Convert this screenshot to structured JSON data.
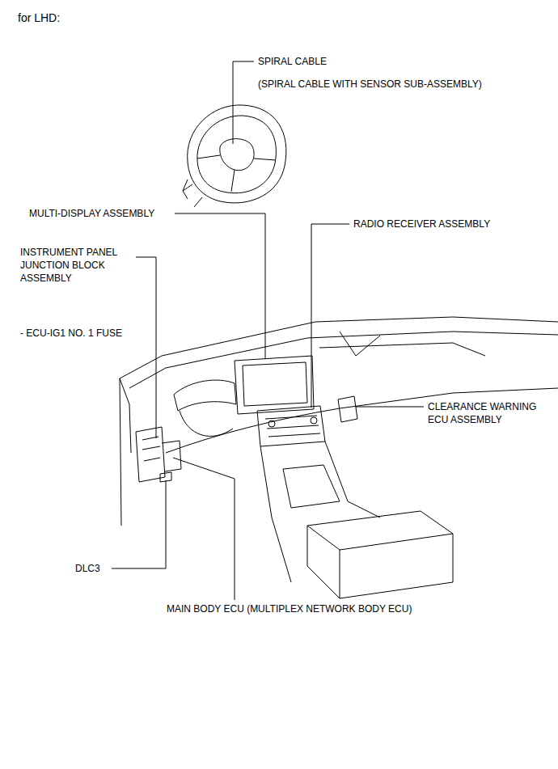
{
  "diagram": {
    "title": "for LHD:",
    "labels": [
      "SPIRAL CABLE",
      "(SPIRAL CABLE WITH SENSOR SUB-ASSEMBLY)",
      "MULTI-DISPLAY ASSEMBLY",
      "RADIO RECEIVER ASSEMBLY",
      "INSTRUMENT PANEL JUNCTION BLOCK ASSEMBLY",
      "- ECU-IG1 NO. 1 FUSE",
      "CLEARANCE WARNING ECU ASSEMBLY",
      "DLC3",
      "MAIN BODY ECU (MULTIPLEX NETWORK BODY ECU)"
    ]
  }
}
